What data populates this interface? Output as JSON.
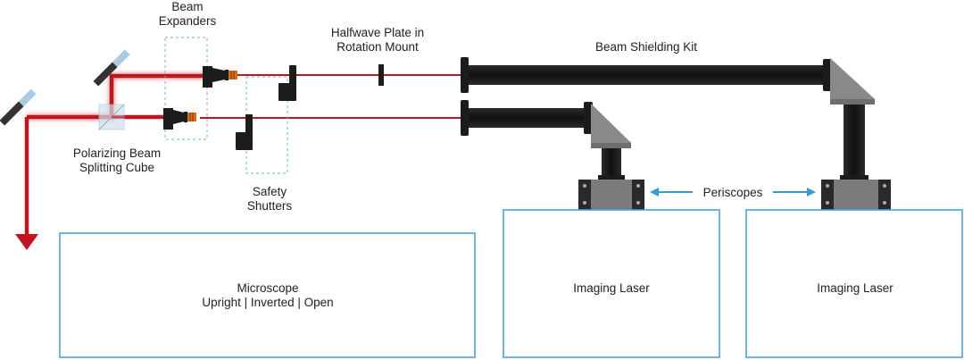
{
  "labels": {
    "beam_expanders": [
      "Beam",
      "Expanders"
    ],
    "halfwave_plate": [
      "Halfwave Plate in",
      "Rotation Mount"
    ],
    "beam_shielding": "Beam Shielding Kit",
    "polarizing_cube": [
      "Polarizing Beam",
      "Splitting Cube"
    ],
    "safety_shutters": [
      "Safety",
      "Shutters"
    ],
    "periscopes": "Periscopes",
    "microscope": [
      "Microscope",
      "Upright | Inverted | Open"
    ],
    "imaging_laser_1": "Imaging Laser",
    "imaging_laser_2": "Imaging Laser"
  },
  "colors": {
    "beam": "#c0151c",
    "box_border": "#4aa3d0",
    "arrow": "#3a9ad0",
    "tube": "#1c1c1c",
    "periscope_gray": "#808080",
    "dashed": "#6fb7d6"
  }
}
